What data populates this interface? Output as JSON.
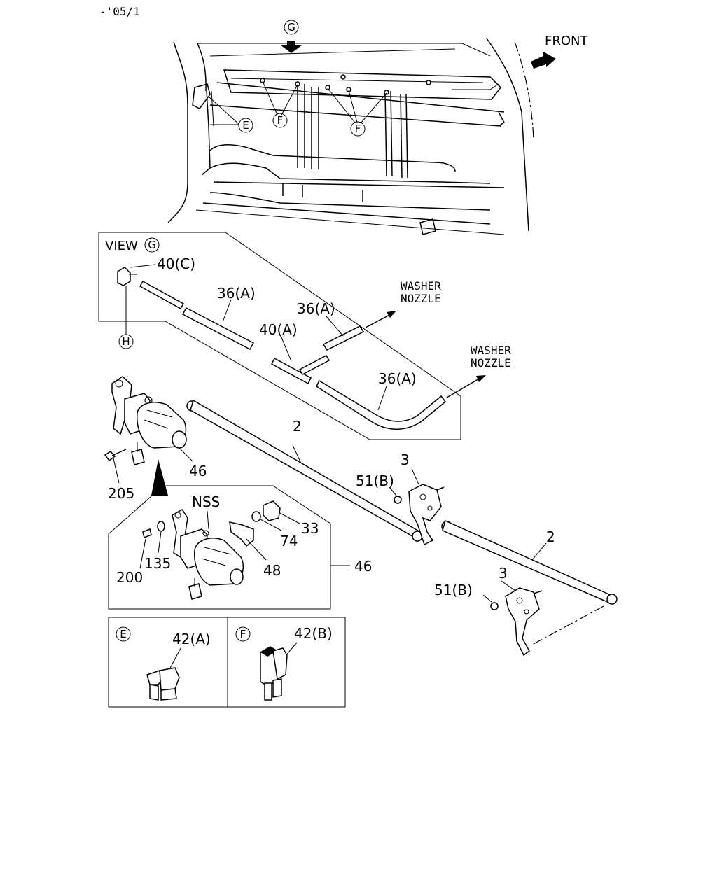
{
  "header": {
    "code": "-'05/1"
  },
  "labels": {
    "front": "FRONT",
    "view_prefix": "VIEW",
    "view_ref": "G",
    "marker_g": "G",
    "ref_e": "E",
    "ref_f1": "F",
    "ref_f2": "F",
    "ref_h": "H",
    "p40c": "40(C)",
    "p36a_1": "36(A)",
    "p36a_2": "36(A)",
    "p36a_3": "36(A)",
    "p40a": "40(A)",
    "washer1_l1": "WASHER",
    "washer1_l2": "NOZZLE",
    "washer2_l1": "WASHER",
    "washer2_l2": "NOZZLE",
    "p2_1": "2",
    "p2_2": "2",
    "p3_1": "3",
    "p3_2": "3",
    "p51b_1": "51(B)",
    "p51b_2": "51(B)",
    "p46_top": "46",
    "p205": "205",
    "nss": "NSS",
    "p33": "33",
    "p74": "74",
    "p48": "48",
    "p135": "135",
    "p200": "200",
    "p46_side": "46",
    "box_e_ref": "E",
    "box_e_part": "42(A)",
    "box_f_ref": "F",
    "box_f_part": "42(B)"
  }
}
